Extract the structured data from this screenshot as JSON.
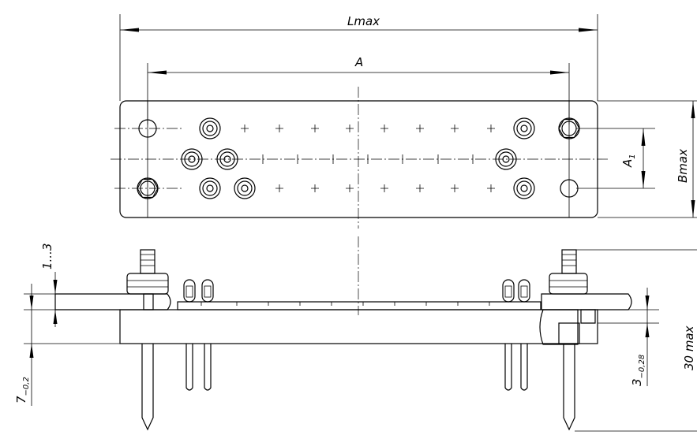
{
  "top_view": {
    "dim_lmax": "Lmax",
    "dim_a": "A",
    "dim_a1_main": "A",
    "dim_a1_sub": "1",
    "dim_bmax": "Bmax"
  },
  "side_view": {
    "dim_gap_main": "1...3",
    "dim_7_main": "7",
    "dim_7_sub": "−0,2",
    "dim_3_main": "3",
    "dim_3_sub": "−0,28",
    "dim_30max": "30 max"
  }
}
